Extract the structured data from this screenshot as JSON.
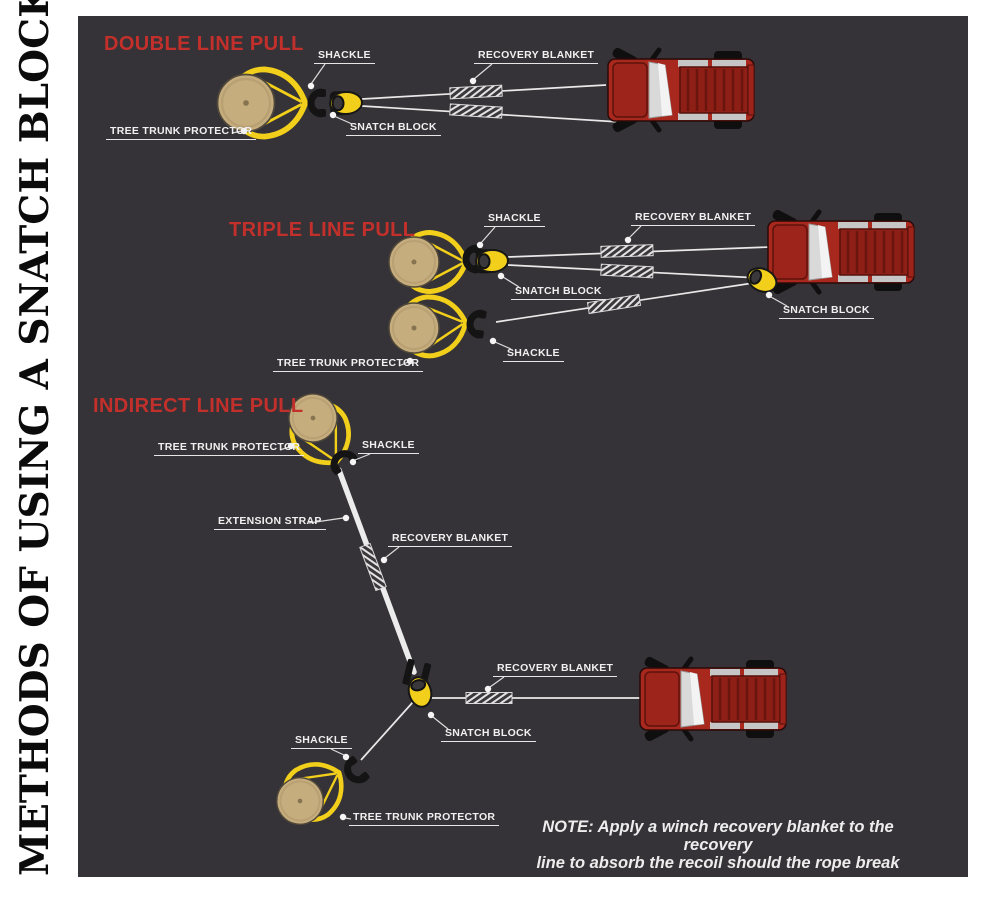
{
  "side_title": "METHODS OF USING A SNATCH BLOCK",
  "sections": {
    "double_line_pull": {
      "title": "DOUBLE LINE PULL"
    },
    "triple_line_pull": {
      "title": "TRIPLE LINE PULL"
    },
    "indirect_line_pull": {
      "title": "INDIRECT LINE PULL"
    }
  },
  "equipment_labels": {
    "shackle": "SHACKLE",
    "snatch_block": "SNATCH BLOCK",
    "recovery_blanket": "RECOVERY BLANKET",
    "tree_trunk_protector": "TREE TRUNK PROTECTOR",
    "extension_strap": "EXTENSION STRAP"
  },
  "note": {
    "line1": "NOTE: Apply a winch recovery blanket to the recovery",
    "line2": "line to absorb the recoil should the rope break"
  },
  "colors": {
    "panel_background": "#353337",
    "section_title_red": "#c3302b",
    "strap_yellow": "#f2cf1a",
    "truck_red": "#a8281e",
    "stump_tan": "#c6ad7e",
    "label_white": "#f0f0f0"
  }
}
